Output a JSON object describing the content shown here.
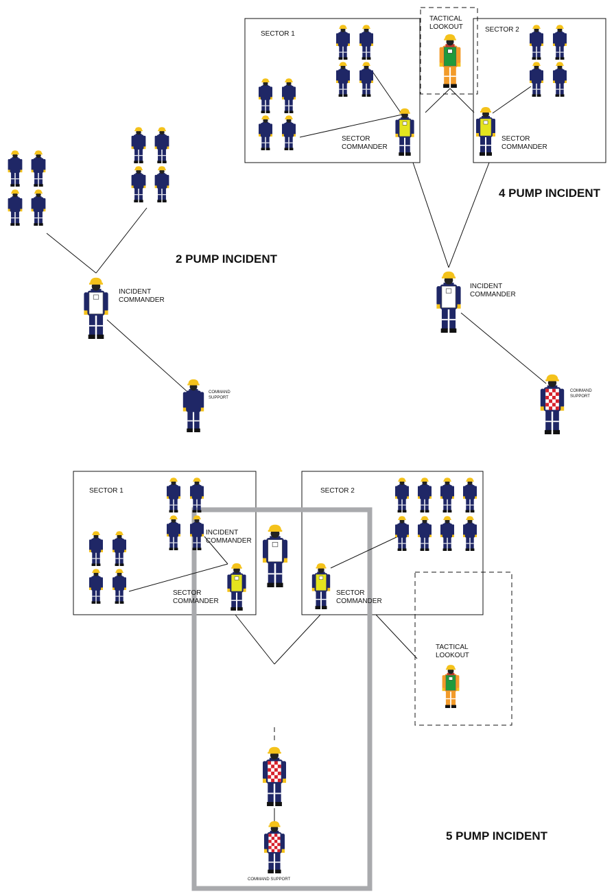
{
  "colors": {
    "uniform": "#1f2766",
    "helmet": "#f4c21b",
    "glove": "#f4c21b",
    "face": "#222222",
    "sector_tabard": "#e4e41e",
    "tactical_tabard": "#1f9a3c",
    "tactical_suit": "#f29b2a",
    "support_tabard_check": "#d6202b",
    "commander_tabard": "#ffffff",
    "support_frame": "#a9aaad"
  },
  "incidents": {
    "two_pump": {
      "title": "2 PUMP INCIDENT",
      "incident_commander": "INCIDENT\nCOMMANDER",
      "command_support": "COMMAND\nSUPPORT"
    },
    "four_pump": {
      "title": "4 PUMP INCIDENT",
      "sector_1": "SECTOR 1",
      "sector_2": "SECTOR 2",
      "tactical_lookout": "TACTICAL\nLOOKOUT",
      "sector_commander_1": "SECTOR\nCOMMANDER",
      "sector_commander_2": "SECTOR\nCOMMANDER",
      "incident_commander": "INCIDENT\nCOMMANDER",
      "command_support": "COMMAND\nSUPPORT"
    },
    "five_pump": {
      "title": "5 PUMP INCIDENT",
      "sector_1": "SECTOR 1",
      "sector_2": "SECTOR 2",
      "tactical_lookout": "TACTICAL\nLOOKOUT",
      "sector_commander_1": "SECTOR\nCOMMANDER",
      "sector_commander_2": "SECTOR\nCOMMANDER",
      "incident_commander": "INCIDENT\nCOMMANDER",
      "command_support": "COMMAND SUPPORT"
    }
  }
}
